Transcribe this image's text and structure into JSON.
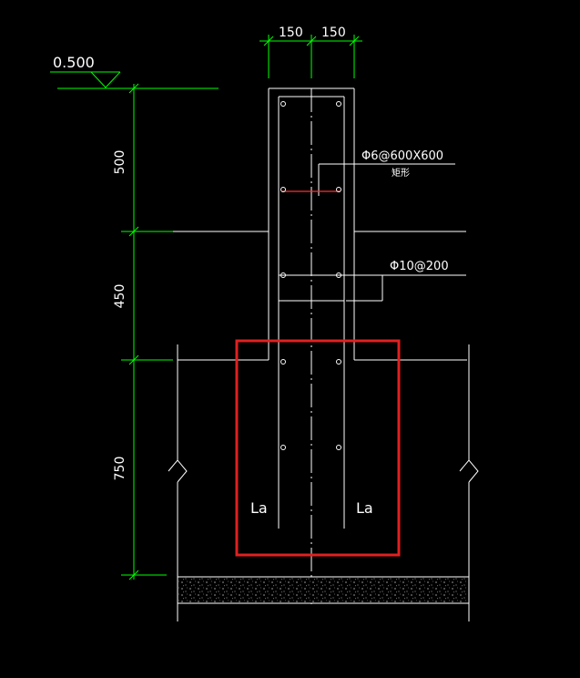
{
  "level_mark": "0.500",
  "top_dims": [
    "150",
    "150"
  ],
  "vertical_dims": [
    "500",
    "450",
    "750"
  ],
  "rebar_notes": {
    "tie": "Φ6@600X600",
    "tie_sub": "矩形",
    "stirrup": "Φ10@200"
  },
  "anchorage_labels": [
    "La",
    "La"
  ],
  "colors": {
    "background": "#000000",
    "lines": "#ffffff",
    "dimensions": "#00ff00",
    "highlight": "#e02020",
    "tie_bar": "#ff3030"
  }
}
